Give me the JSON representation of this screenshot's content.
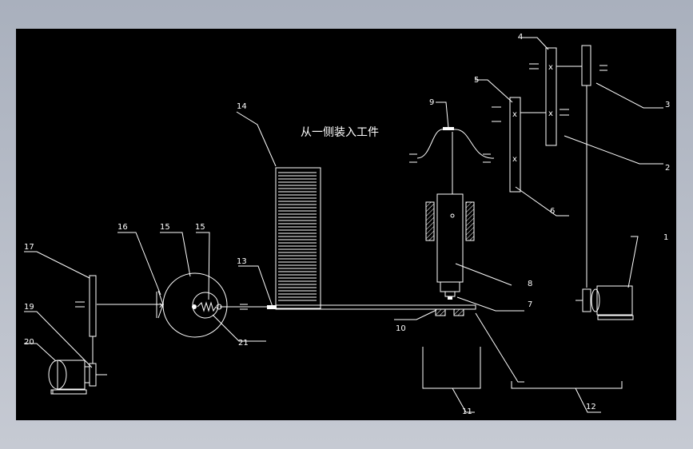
{
  "note": "从一侧装入工件",
  "labels": {
    "l1": "1",
    "l2": "2",
    "l3": "3",
    "l4": "4",
    "l5": "5",
    "l6": "6",
    "l7": "7",
    "l8": "8",
    "l9": "9",
    "l10": "10",
    "l11": "11",
    "l12": "12",
    "l13": "13",
    "l14": "14",
    "l15a": "15",
    "l15b": "15",
    "l16": "16",
    "l17": "17",
    "l19": "19",
    "l20": "20",
    "l21": "21"
  }
}
